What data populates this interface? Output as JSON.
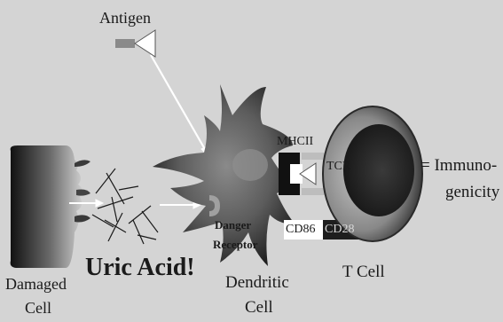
{
  "labels": {
    "antigen": "Antigen",
    "uric_acid": "Uric Acid!",
    "damaged_cell_line1": "Damaged",
    "damaged_cell_line2": "Cell",
    "danger_receptor_line1": "Danger",
    "danger_receptor_line2": "Receptor",
    "dendritic_cell_line1": "Dendritic",
    "dendritic_cell_line2": "Cell",
    "mhcii": "MHCII",
    "tcr": "TCR",
    "cd86": "CD86",
    "cd28": "CD28",
    "t_cell": "T Cell",
    "immunogenicity_line1": "= Immuno-",
    "immunogenicity_line2": "genicity"
  },
  "colors": {
    "background": "#d4d4d4",
    "dark": "#1a1a1a",
    "mid_gray": "#7a7a7a",
    "light_gray": "#b8b8b8",
    "white": "#ffffff"
  }
}
